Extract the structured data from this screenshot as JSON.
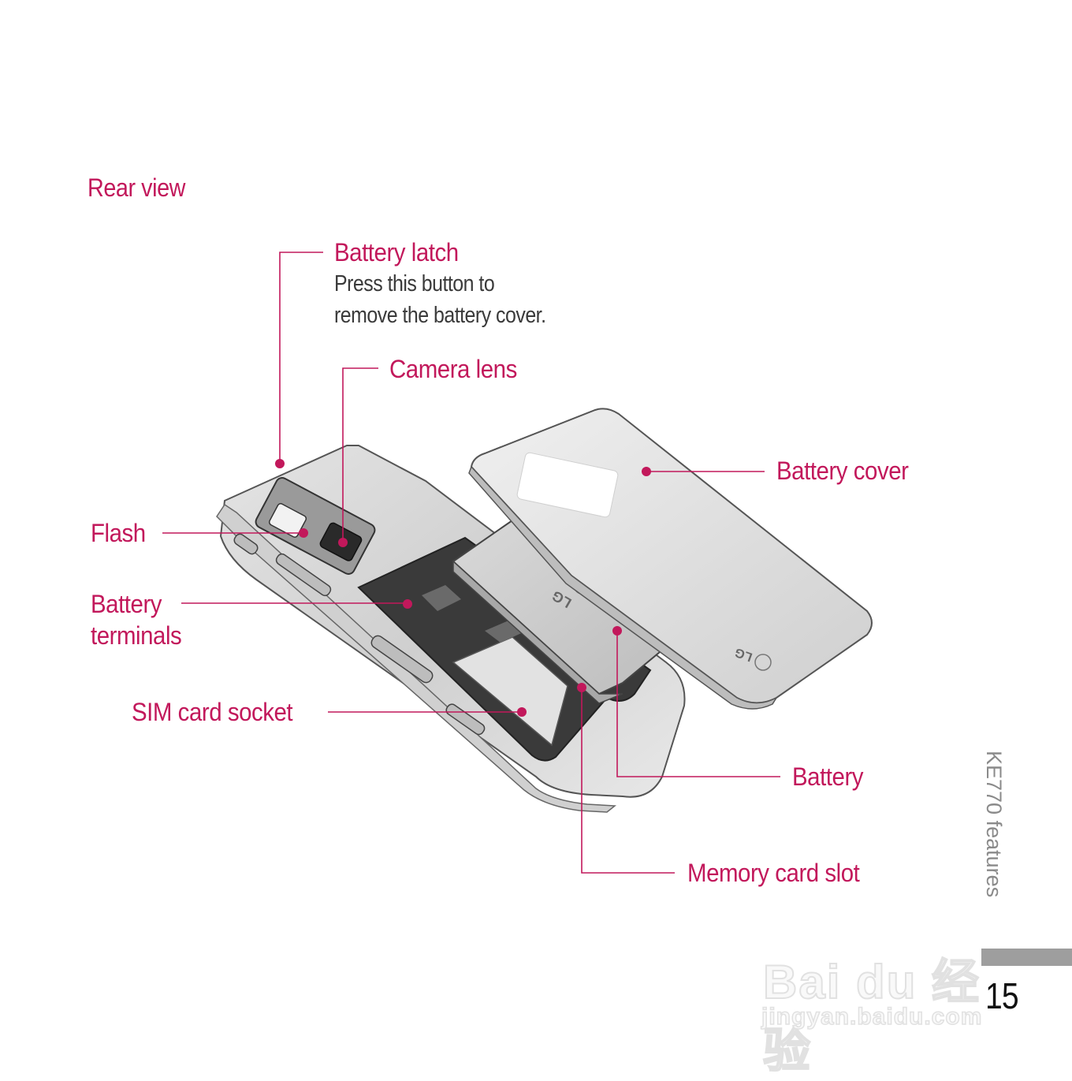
{
  "section_title": "Rear view",
  "callouts": {
    "battery_latch": {
      "title": "Battery latch",
      "desc_line1": "Press this button to",
      "desc_line2": "remove the battery cover."
    },
    "camera_lens": "Camera lens",
    "battery_cover": "Battery cover",
    "flash": "Flash",
    "battery_terminals_line1": "Battery",
    "battery_terminals_line2": "terminals",
    "sim_card_socket": "SIM card socket",
    "battery": "Battery",
    "memory_card_slot": "Memory card slot"
  },
  "side_title": "KE770 features",
  "page_number": "15",
  "device_markings": {
    "cover_logo": "LG",
    "battery_logo": "LG"
  },
  "watermark": {
    "brand": "Bai du 经验",
    "url": "jingyan.baidu.com"
  },
  "colors": {
    "accent": "#c2185b",
    "text": "#3a3a3a",
    "tab": "#9e9e9e"
  }
}
